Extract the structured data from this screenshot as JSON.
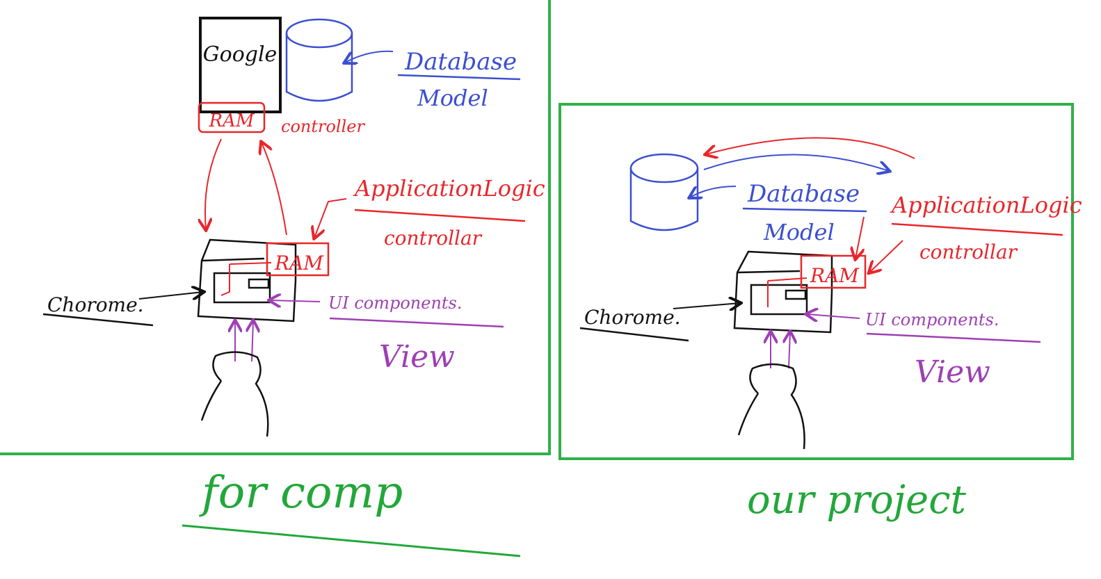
{
  "colors": {
    "frame": "#2fb04a",
    "model": "#3b4fd1",
    "controller": "#e8262a",
    "view": "#9e3fb3",
    "ink": "#111111",
    "caption": "#22a73a"
  },
  "left_panel": {
    "server_label": "Google",
    "ram_top": "RAM",
    "controller_top": "controller",
    "database": "Database",
    "model": "Model",
    "application_logic": "ApplicationLogic",
    "controllar": "controllar",
    "ram_browser": "RAM",
    "chrome": "Chorome.",
    "ui_components": "UI components.",
    "view": "View"
  },
  "right_panel": {
    "database": "Database",
    "model": "Model",
    "application_logic": "ApplicationLogic",
    "controllar": "controllar",
    "ram_browser": "RAM",
    "chrome": "Chorome.",
    "ui_components": "UI components.",
    "view": "View"
  },
  "captions": {
    "left": "for comp",
    "right": "our project"
  }
}
